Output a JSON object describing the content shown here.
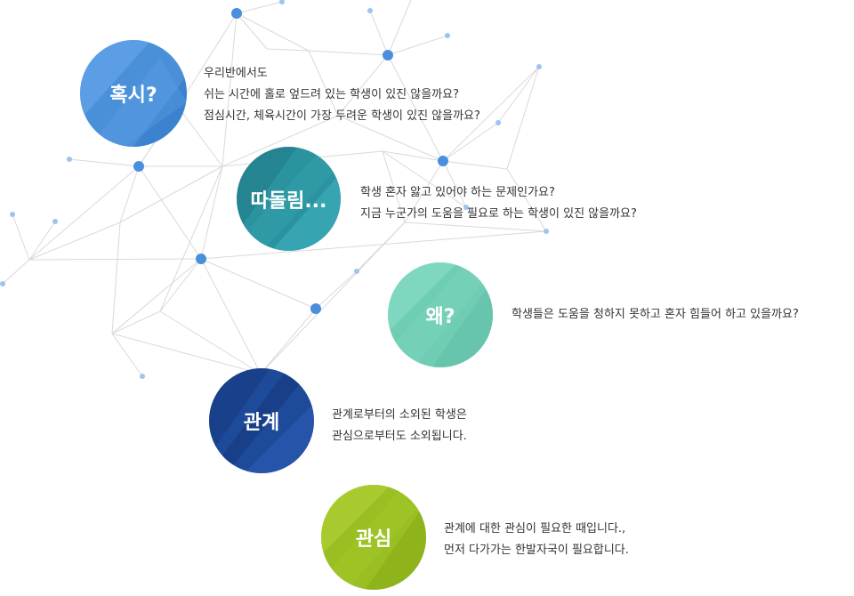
{
  "items": [
    {
      "id": "hoksi",
      "label": "혹시?",
      "color": "#4a90d9",
      "lines": [
        "우리반에서도",
        "쉬는 시간에 홀로 엎드려 있는 학생이 있진 않을까요?",
        "점심시간, 체육시간이 가장 두려운 학생이 있진 않을까요?"
      ]
    },
    {
      "id": "ttadolim",
      "label": "따돌림...",
      "color": "#2b93a0",
      "lines": [
        "학생 혼자 앓고 있어야 하는 문제인가요?",
        "지금 누군가의 도움을 필요로 하는 학생이 있진 않을까요?"
      ]
    },
    {
      "id": "wae",
      "label": "왜?",
      "color": "#6fcdb3",
      "lines": [
        "학생들은 도움을 청하지 못하고 혼자 힘들어 하고 있을까요?"
      ]
    },
    {
      "id": "gwangye",
      "label": "관계",
      "color": "#1e4a9a",
      "lines": [
        "관계로부터의 소외된 학생은",
        "관심으로부터도 소외됩니다."
      ]
    },
    {
      "id": "gwansim",
      "label": "관심",
      "color": "#99bf22",
      "lines": [
        "관계에 대한 관심이 필요한 때입니다.,",
        "먼저 다가가는 한발자국이 필요합니다."
      ]
    }
  ],
  "colors": {
    "line": "#d9d9d9",
    "node": "#4a8fdc",
    "node_light": "#9cc4ee",
    "text": "#333333"
  }
}
